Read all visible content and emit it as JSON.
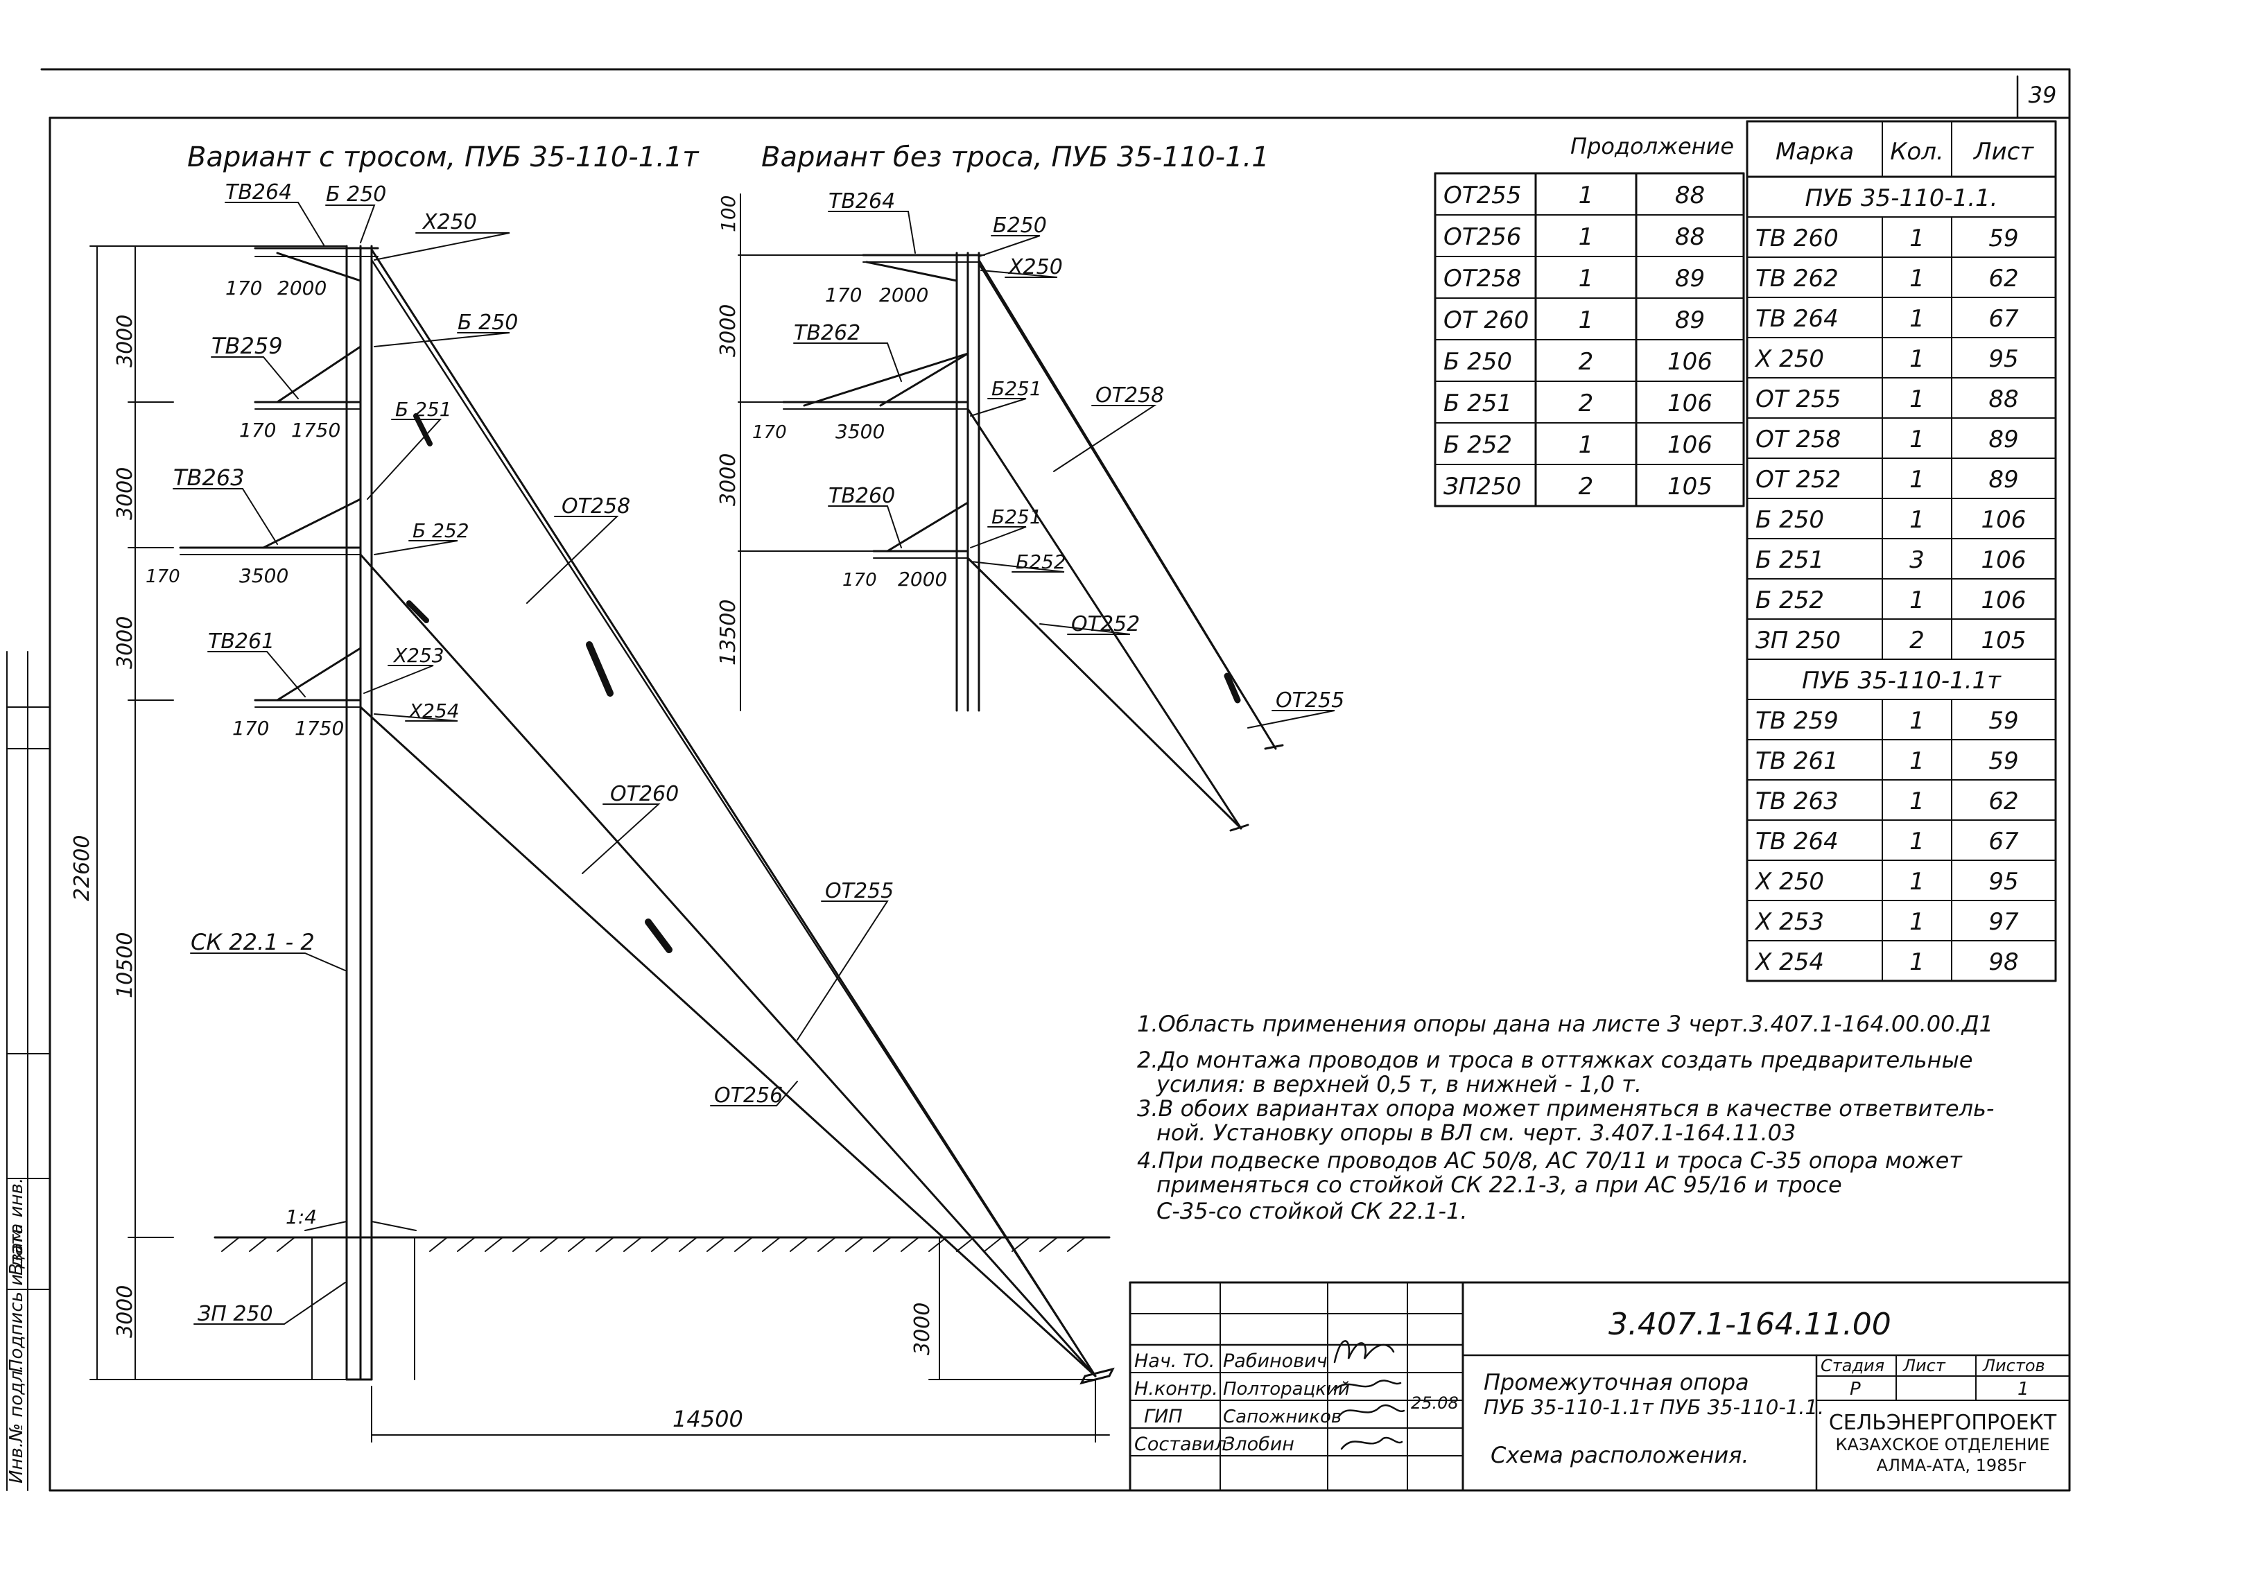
{
  "sheet_number": "39",
  "variant_left_title": "Вариант с тросом, ПУБ 35-110-1.1т",
  "variant_right_title": "Вариант без троса, ПУБ 35-110-1.1",
  "left_labels": {
    "tv264": "ТВ264",
    "b250_top": "Б 250",
    "x250": "Х250",
    "b250_mid": "Б 250",
    "d170_1": "170",
    "d2000": "2000",
    "tv259": "ТВ259",
    "d170_2": "170",
    "d1750_1": "1750",
    "b251": "Б 251",
    "tv263": "ТВ263",
    "d170_3": "170",
    "d3500": "3500",
    "b252": "Б 252",
    "tv261": "ТВ261",
    "x253": "Х253",
    "d170_4": "170",
    "d1750_2": "1750",
    "x254": "Х254",
    "ot258": "ОТ258",
    "ot260": "ОТ260",
    "ot255": "ОТ255",
    "ot256": "ОТ256",
    "sk": "СК 22.1 - 2",
    "zp250": "ЗП 250",
    "slope": "1:4",
    "dim_3000_a": "3000",
    "dim_3000_b": "3000",
    "dim_3000_c": "3000",
    "dim_10500": "10500",
    "dim_22600": "22600",
    "dim_3000_d": "3000",
    "dim_3000_right": "3000",
    "dim_14500": "14500"
  },
  "right_labels": {
    "tv264": "ТВ264",
    "b250": "Б250",
    "x250": "Х250",
    "d170_1": "170",
    "d2000_1": "2000",
    "tv262": "ТВ262",
    "b251_a": "Б251",
    "ot258": "ОТ258",
    "d170_2": "170",
    "d3500": "3500",
    "tv260": "ТВ260",
    "b251_b": "Б251",
    "b252": "Б252",
    "d170_3": "170",
    "d2000_2": "2000",
    "ot252": "ОТ252",
    "ot255": "ОТ255",
    "dim_100": "100",
    "dim_3000_a": "3000",
    "dim_3000_b": "3000",
    "dim_13500": "13500"
  },
  "continuation_table": {
    "header": "Продолжение",
    "rows": [
      [
        "ОТ255",
        "1",
        "88"
      ],
      [
        "ОТ256",
        "1",
        "88"
      ],
      [
        "ОТ258",
        "1",
        "89"
      ],
      [
        "ОТ 260",
        "1",
        "89"
      ],
      [
        "Б 250",
        "2",
        "106"
      ],
      [
        "Б 251",
        "2",
        "106"
      ],
      [
        "Б 252",
        "1",
        "106"
      ],
      [
        "ЗП250",
        "2",
        "105"
      ]
    ]
  },
  "main_table": {
    "headers": [
      "Марка",
      "Кол.",
      "Лист"
    ],
    "group1": "ПУБ 35-110-1.1.",
    "rows1": [
      [
        "ТВ 260",
        "1",
        "59"
      ],
      [
        "ТВ 262",
        "1",
        "62"
      ],
      [
        "ТВ 264",
        "1",
        "67"
      ],
      [
        "Х 250",
        "1",
        "95"
      ],
      [
        "ОТ 255",
        "1",
        "88"
      ],
      [
        "ОТ 258",
        "1",
        "89"
      ],
      [
        "ОТ 252",
        "1",
        "89"
      ],
      [
        "Б 250",
        "1",
        "106"
      ],
      [
        "Б 251",
        "3",
        "106"
      ],
      [
        "Б 252",
        "1",
        "106"
      ],
      [
        "ЗП 250",
        "2",
        "105"
      ]
    ],
    "group2": "ПУБ 35-110-1.1т",
    "rows2": [
      [
        "ТВ 259",
        "1",
        "59"
      ],
      [
        "ТВ 261",
        "1",
        "59"
      ],
      [
        "ТВ 263",
        "1",
        "62"
      ],
      [
        "ТВ 264",
        "1",
        "67"
      ],
      [
        "Х 250",
        "1",
        "95"
      ],
      [
        "Х 253",
        "1",
        "97"
      ],
      [
        "Х 254",
        "1",
        "98"
      ]
    ]
  },
  "notes": [
    "1.Область применения опоры дана на листе 3 черт.3.407.1-164.00.00.Д1",
    "2.До монтажа проводов и троса в оттяжках создать предварительные",
    "усилия: в верхней 0,5 т, в нижней - 1,0 т.",
    "3.В обоих вариантах опора может применяться в качестве ответвитель-",
    "ной. Установку опоры в ВЛ см. черт. 3.407.1-164.11.03",
    "4.При подвеске проводов АС 50/8, АС 70/11 и троса С-35 опора может",
    "применяться со стойкой СК 22.1-3, а при АС 95/16 и тросе",
    "С-35-со стойкой СК 22.1-1."
  ],
  "title_block": {
    "doc_code": "3.407.1-164.11.00",
    "roles": [
      "Нач. ТО.",
      "Н.контр.",
      "ГИП",
      "Составил"
    ],
    "names": [
      "Рабинович",
      "Полторацкий",
      "Сапожников",
      "Злобин"
    ],
    "date": "25.08",
    "title1": "Промежуточная опора",
    "title2": "ПУБ 35-110-1.1т ПУБ 35-110-1.1.",
    "title3": "Схема расположения.",
    "stage_header": "Стадия",
    "sheet_header": "Лист",
    "sheets_header": "Листов",
    "stage": "Р",
    "sheets": "1",
    "org1": "СЕЛЬЭНЕРГОПРОЕКТ",
    "org2": "КАЗАХСКОЕ ОТДЕЛЕНИЕ",
    "org3": "АЛМА-АТА, 1985г"
  },
  "side_stamp": [
    "Инв.№ подл.",
    "Подпись и дата",
    "Взам. инв."
  ]
}
